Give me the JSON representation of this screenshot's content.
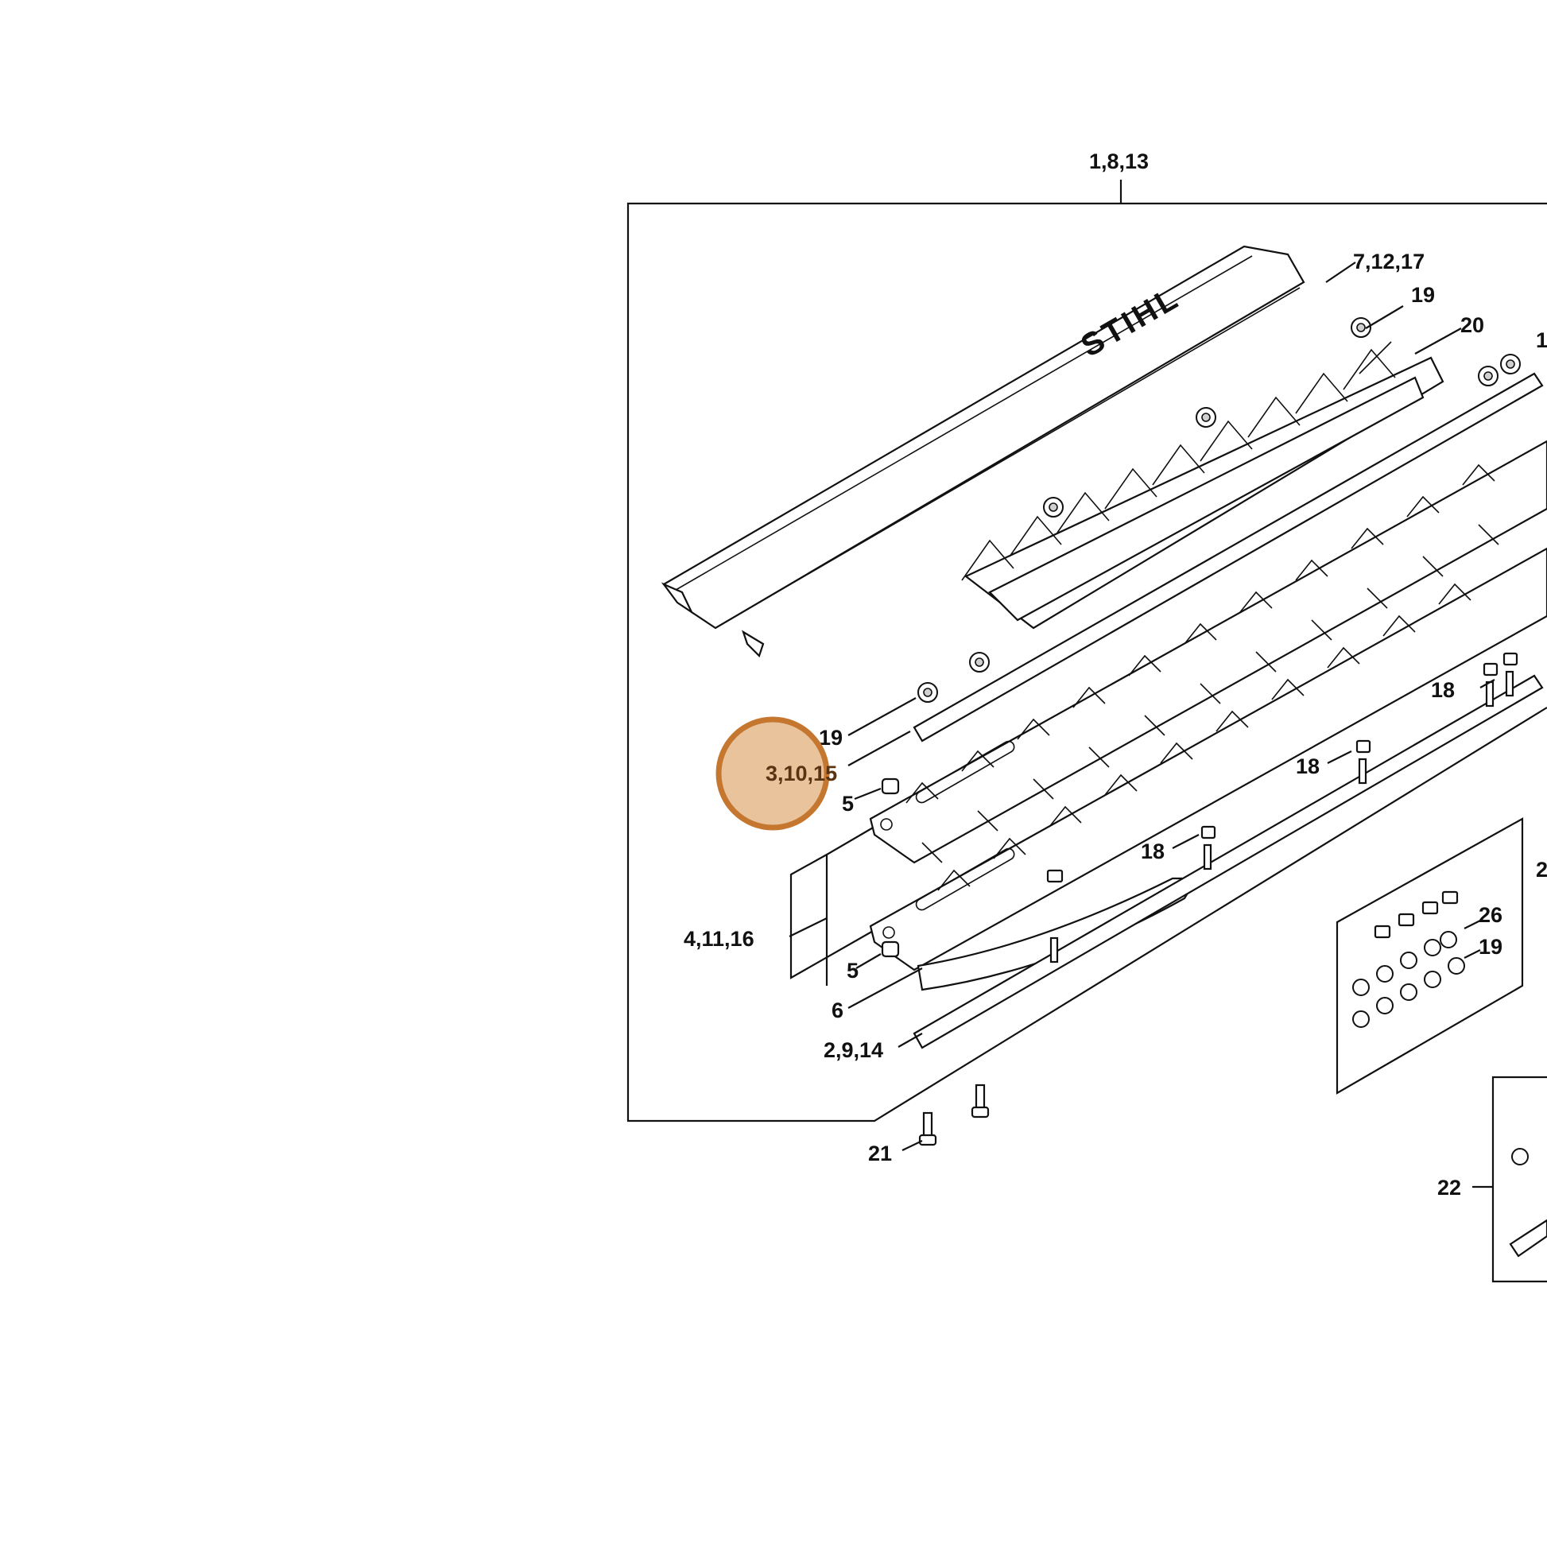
{
  "brand_logo": "STIHL",
  "colors": {
    "line": "#111111",
    "hotspot_fill": "#e8c39c",
    "hotspot_ring": "#c57730"
  },
  "callouts": {
    "c_1_8_13": "1,8,13",
    "c_7_12_17": "7,12,17",
    "c_19_top": "19",
    "c_20": "20",
    "c_1_edge": "1",
    "c_19_left": "19",
    "c_3_10_15": "3,10,15",
    "c_5_a": "5",
    "c_5_b": "5",
    "c_4_11_16": "4,11,16",
    "c_6": "6",
    "c_2_9_14": "2,9,14",
    "c_18_a": "18",
    "c_18_b": "18",
    "c_18_c": "18",
    "c_26": "26",
    "c_19_kit": "19",
    "c_2_edge": "2",
    "c_21": "21",
    "c_22": "22"
  },
  "hotspot": {
    "label": "3,10,15",
    "icon": "circle-highlight"
  }
}
